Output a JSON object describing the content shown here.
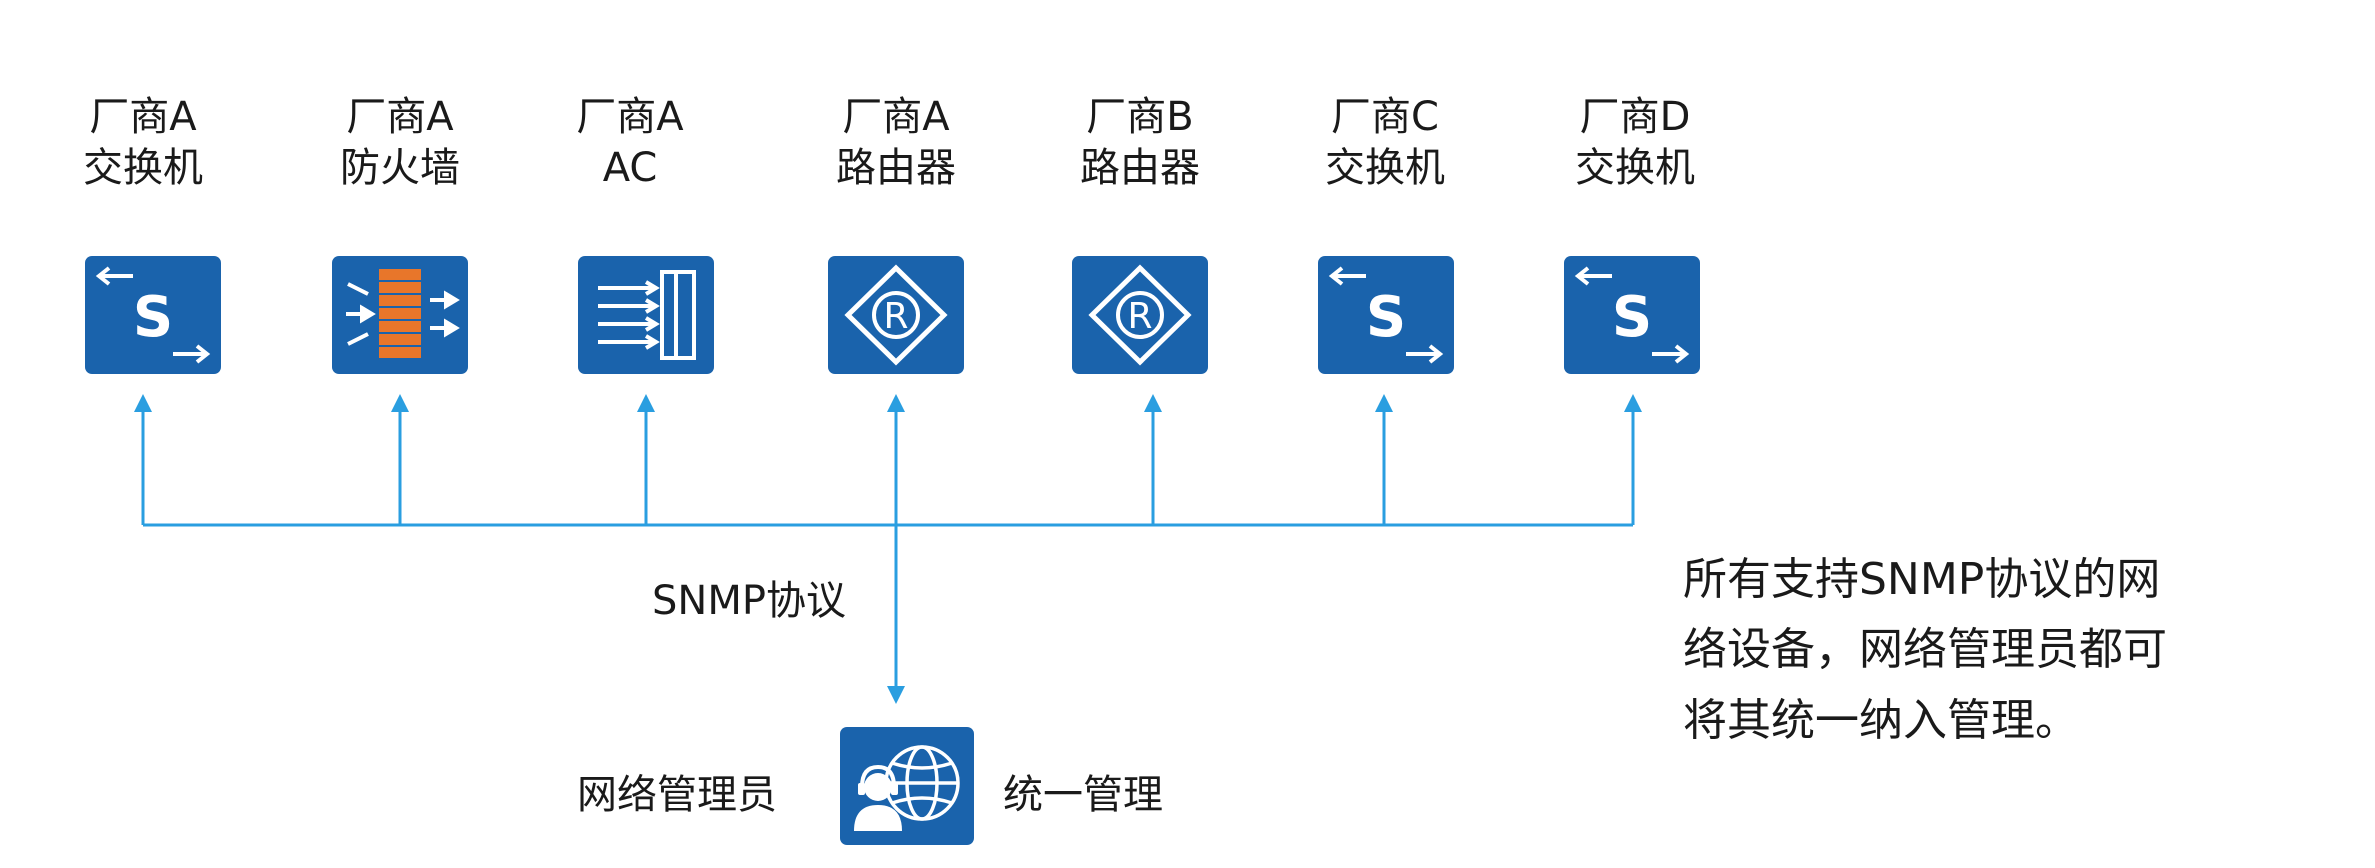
{
  "devices": [
    {
      "vendor": "厂商A",
      "type": "交换机",
      "icon": "switch-icon"
    },
    {
      "vendor": "厂商A",
      "type": "防火墙",
      "icon": "firewall-icon"
    },
    {
      "vendor": "厂商A",
      "type": "AC",
      "icon": "access-controller-icon"
    },
    {
      "vendor": "厂商A",
      "type": "路由器",
      "icon": "router-icon"
    },
    {
      "vendor": "厂商B",
      "type": "路由器",
      "icon": "router-icon"
    },
    {
      "vendor": "厂商C",
      "type": "交换机",
      "icon": "switch-icon"
    },
    {
      "vendor": "厂商D",
      "type": "交换机",
      "icon": "switch-icon"
    }
  ],
  "protocol_label": "SNMP协议",
  "manager": {
    "label": "网络管理员",
    "action": "统一管理",
    "icon": "network-admin-globe-icon"
  },
  "note": {
    "lines": [
      "所有支持SNMP协议的网",
      "络设备，网络管理员都可",
      "将其统一纳入管理。"
    ]
  },
  "colors": {
    "icon_bg": "#1a63ac",
    "link_line": "#2a9ee0",
    "firewall_brick": "#e8762a",
    "text": "#1a1a1a"
  }
}
